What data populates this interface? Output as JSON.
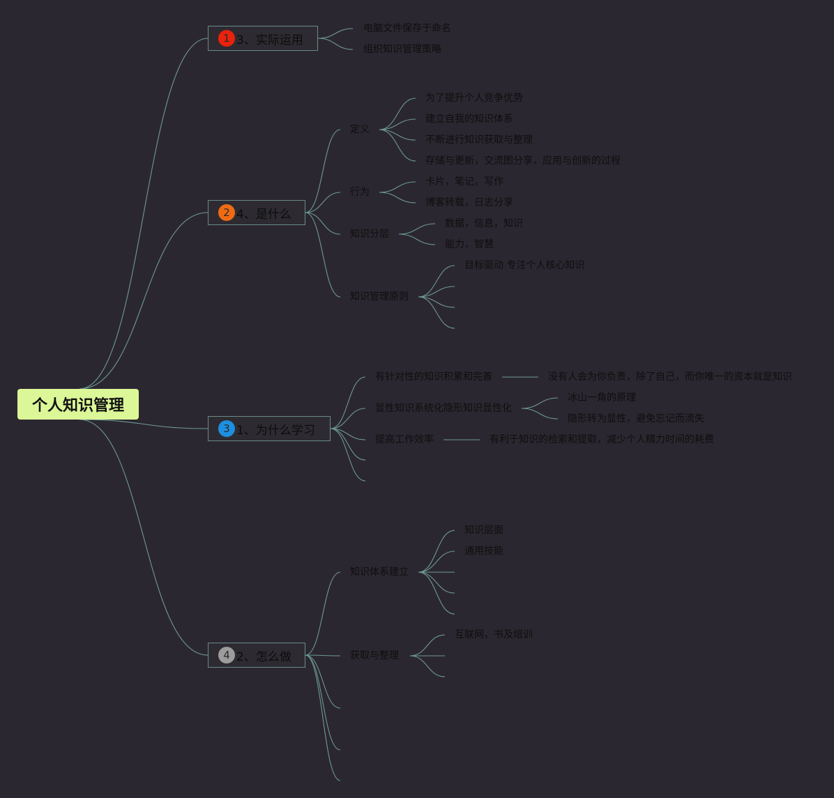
{
  "root": {
    "label": "个人知识管理",
    "color": "#dcf797"
  },
  "connector_color": "#6d9a95",
  "branches": [
    {
      "badge": "1",
      "badge_color": "#e8220c",
      "label": "3、实际运用",
      "children": [
        {
          "label": "电脑文件保存于命名"
        },
        {
          "label": "组织知识管理策略"
        }
      ]
    },
    {
      "badge": "2",
      "badge_color": "#ef6b13",
      "label": "4、是什么",
      "children": [
        {
          "label": "定义",
          "children": [
            {
              "label": "为了提升个人竞争优势"
            },
            {
              "label": "建立自我的知识体系"
            },
            {
              "label": "不断进行知识获取与整理"
            },
            {
              "label": "存储与更新，交流图分享，应用与创新的过程"
            }
          ]
        },
        {
          "label": "行为",
          "children": [
            {
              "label": "卡片，笔记，写作"
            },
            {
              "label": "博客转载，日志分享"
            }
          ]
        },
        {
          "label": "知识分层",
          "children": [
            {
              "label": "数据，信息，知识"
            },
            {
              "label": "能力，智慧"
            }
          ]
        },
        {
          "label": "知识管理原则",
          "children": [
            {
              "label": "目标驱动  专注个人核心知识"
            },
            {
              "label": ""
            },
            {
              "label": ""
            },
            {
              "label": ""
            }
          ]
        }
      ]
    },
    {
      "badge": "3",
      "badge_color": "#1d8fe0",
      "label": "1、为什么学习",
      "children": [
        {
          "label": "有针对性的知识积累和完善",
          "children": [
            {
              "label": "没有人会为你负责，除了自己，而你唯一的资本就是知识"
            }
          ]
        },
        {
          "label": "显性知识系统化隐形知识显性化",
          "children": [
            {
              "label": "冰山一角的原理"
            },
            {
              "label": "隐形转为显性，避免忘记而流失"
            }
          ]
        },
        {
          "label": "提高工作效率",
          "children": [
            {
              "label": "有利于知识的检索和提取，减少个人精力时间的耗费"
            }
          ]
        },
        {
          "label": ""
        },
        {
          "label": ""
        }
      ]
    },
    {
      "badge": "4",
      "badge_color": "#9c9c9c",
      "label": "2、怎么做",
      "children": [
        {
          "label": "知识体系建立",
          "children": [
            {
              "label": "知识层面"
            },
            {
              "label": "通用技能"
            },
            {
              "label": ""
            },
            {
              "label": ""
            },
            {
              "label": ""
            }
          ]
        },
        {
          "label": "获取与整理",
          "children": [
            {
              "label": "互联网，书及培训"
            },
            {
              "label": ""
            },
            {
              "label": ""
            }
          ]
        },
        {
          "label": ""
        },
        {
          "label": ""
        },
        {
          "label": ""
        }
      ]
    }
  ]
}
